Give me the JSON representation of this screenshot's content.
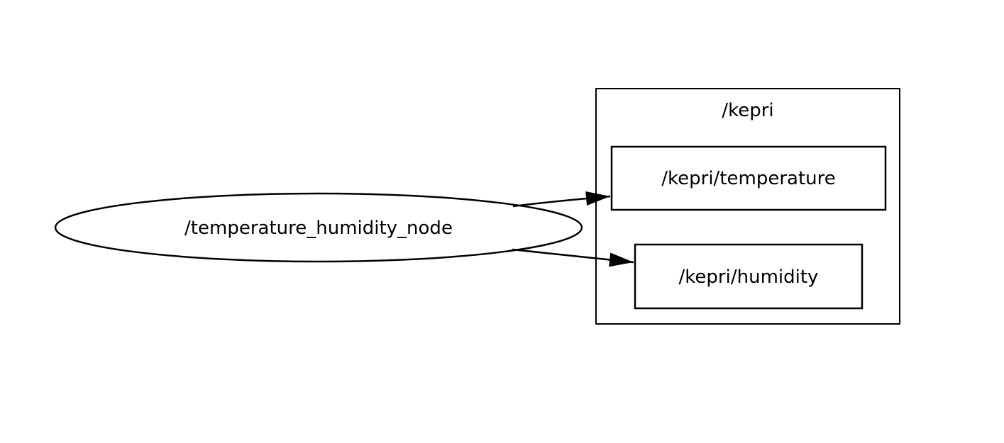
{
  "colors": {
    "background": "#ffffff",
    "stroke": "#000000",
    "text": "#000000"
  },
  "graph": {
    "node": {
      "label": "/temperature_humidity_node",
      "shape": "ellipse"
    },
    "namespace_box": {
      "label": "/kepri"
    },
    "topics": [
      {
        "label": "/kepri/temperature"
      },
      {
        "label": "/kepri/humidity"
      }
    ],
    "edges": [
      {
        "from": "/temperature_humidity_node",
        "to": "/kepri/temperature"
      },
      {
        "from": "/temperature_humidity_node",
        "to": "/kepri/humidity"
      }
    ]
  }
}
